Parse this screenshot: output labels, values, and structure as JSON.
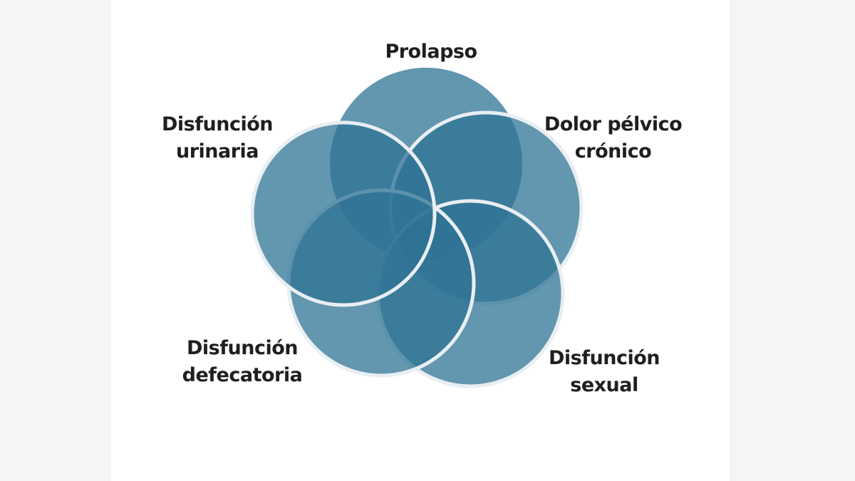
{
  "colors": {
    "circle_fill": "#2f7394",
    "circle_stroke": "#e8eef2",
    "label_text": "#1f1f1f",
    "panel_background": "#ffffff",
    "outer_background": "#f4f5f6"
  },
  "labels": {
    "prolapso": "Prolapso",
    "urinaria": [
      "Disfunción",
      "urinaria"
    ],
    "dolor": [
      "Dolor pélvico",
      "crónico"
    ],
    "defecatoria": [
      "Disfunción",
      "defecatoria"
    ],
    "sexual": [
      "Disfunción",
      "sexual"
    ]
  }
}
